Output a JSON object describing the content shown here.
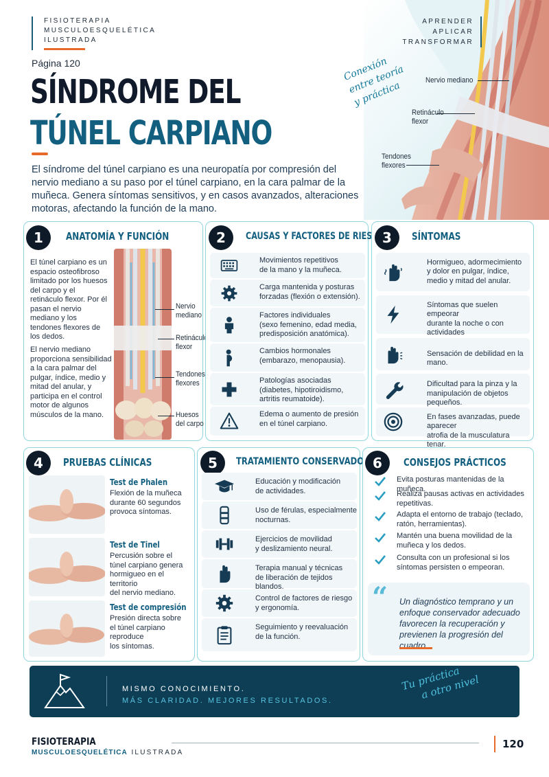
{
  "header": {
    "series_lines": [
      "FISIOTERAPIA",
      "MUSCULOESQUELÉTICA",
      "ILUSTRADA"
    ],
    "motto_lines": [
      "APRENDER",
      "APLICAR",
      "TRANSFORMAR"
    ],
    "page_label": "Página 120"
  },
  "title": {
    "line1": "SÍNDROME DEL",
    "line2": "TÚNEL CARPIANO"
  },
  "intro": "El síndrome del túnel carpiano es una neuropatía por compresión del nervio mediano a su paso por el túnel carpiano, en la cara palmar de la muñeca. Genera síntomas sensitivos, y en casos avanzados, alteraciones motoras, afectando la función de la mano.",
  "hero": {
    "script_lines": [
      "Conexión",
      "entre teoría",
      "y práctica"
    ],
    "label_nerve": "Nervio mediano",
    "label_retinaculum": [
      "Retináculo",
      "flexor"
    ],
    "label_tendons": [
      "Tendones",
      "flexores"
    ]
  },
  "section1": {
    "number": "1",
    "title": "ANATOMÍA Y FUNCIÓN",
    "p1": "El túnel carpiano es un espacio osteofibroso limitado por los huesos del carpo y el retináculo flexor. Por él pasan el nervio mediano y los tendones flexores de los dedos.",
    "p2": "El nervio mediano proporciona sensibilidad a la cara palmar del pulgar, índice, medio y mitad del anular, y participa en el control motor de algunos músculos de la mano.",
    "labels": [
      [
        "Nervio",
        "mediano"
      ],
      [
        "Retináculo",
        "flexor"
      ],
      [
        "Tendones",
        "flexores"
      ],
      [
        "Huesos",
        "del carpo"
      ]
    ]
  },
  "section2": {
    "number": "2",
    "title": "CAUSAS Y FACTORES DE RIESGO",
    "items": [
      {
        "icon": "keyboard-icon",
        "text": "Movimientos repetitivos\nde la mano y la muñeca."
      },
      {
        "icon": "gear-icon",
        "text": "Carga mantenida y posturas\nforzadas (flexión o extensión)."
      },
      {
        "icon": "person-icon",
        "text": "Factores individuales\n(sexo femenino, edad media,\npredisposición anatómica)."
      },
      {
        "icon": "pregnant-person-icon",
        "text": "Cambios hormonales\n(embarazo, menopausia)."
      },
      {
        "icon": "medical-cross-icon",
        "text": "Patologías asociadas\n(diabetes, hipotiroidismo,\nartritis reumatoide)."
      },
      {
        "icon": "warning-icon",
        "text": "Edema o aumento de presión\nen el túnel carpiano."
      }
    ]
  },
  "section3": {
    "number": "3",
    "title": "SÍNTOMAS",
    "items": [
      {
        "icon": "tingling-hand-icon",
        "text": "Hormigueo, adormecimiento\ny dolor en pulgar, índice,\nmedio y mitad del anular."
      },
      {
        "icon": "lightning-icon",
        "text": "Síntomas que suelen empeorar\ndurante la noche o con actividades\nmanuales."
      },
      {
        "icon": "weak-hand-icon",
        "text": "Sensación de debilidad en la mano."
      },
      {
        "icon": "wrench-icon",
        "text": "Dificultad para la pinza y la\nmanipulación de objetos pequeños."
      },
      {
        "icon": "target-icon",
        "text": "En fases avanzadas, puede aparecer\natrofia de la musculatura tenar."
      }
    ]
  },
  "section4": {
    "number": "4",
    "title": "PRUEBAS CLÍNICAS",
    "tests": [
      {
        "name": "Test de Phalen",
        "text": "Flexión de la muñeca\ndurante 60 segundos\nprovoca síntomas."
      },
      {
        "name": "Test de Tinel",
        "text": "Percusión sobre el\ntúnel carpiano genera\nhormigueo en el territorio\ndel nervio mediano."
      },
      {
        "name": "Test de compresión",
        "text": "Presión directa sobre\nel túnel carpiano reproduce\nlos síntomas."
      }
    ]
  },
  "section5": {
    "number": "5",
    "title": "TRATAMIENTO CONSERVADOR",
    "items": [
      {
        "icon": "graduation-cap-icon",
        "text": "Educación y modificación\nde actividades."
      },
      {
        "icon": "splint-icon",
        "text": "Uso de férulas, especialmente\nnocturnas."
      },
      {
        "icon": "dumbbell-icon",
        "text": "Ejercicios de movilidad\ny deslizamiento neural."
      },
      {
        "icon": "hand-icon",
        "text": "Terapia manual y técnicas\nde liberación de tejidos blandos."
      },
      {
        "icon": "gear-icon",
        "text": "Control de factores de riesgo\ny ergonomía."
      },
      {
        "icon": "clipboard-icon",
        "text": "Seguimiento y reevaluación\nde la función."
      }
    ]
  },
  "section6": {
    "number": "6",
    "title": "CONSEJOS PRÁCTICOS",
    "items": [
      "Evita posturas mantenidas de la muñeca.",
      "Realiza pausas activas en actividades\nrepetitivas.",
      "Adapta el entorno de trabajo (teclado,\nratón, herramientas).",
      "Mantén una buena movilidad de la\nmuñeca y los dedos.",
      "Consulta con un profesional si los\nsíntomas persisten o empeoran."
    ],
    "quote": "Un diagnóstico temprano y un enfoque conservador adecuado favorecen la recuperación y previenen la progresión del cuadro."
  },
  "banner": {
    "line1": "MISMO CONOCIMIENTO.",
    "line2": "MÁS CLARIDAD. MEJORES RESULTADOS.",
    "script_lines": [
      "Tu práctica",
      "a otro nivel"
    ]
  },
  "footer": {
    "brand_bold": "FISIOTERAPIA",
    "brand_sub": "MUSCULOESQUELÉTICA",
    "brand_light": "ILUSTRADA",
    "page": "120"
  },
  "colors": {
    "title_dark": "#101a2a",
    "title_teal": "#135f80",
    "accent_orange": "#e86a2b",
    "card_border": "#8fd7df",
    "banner_bg": "#0d3e55"
  }
}
